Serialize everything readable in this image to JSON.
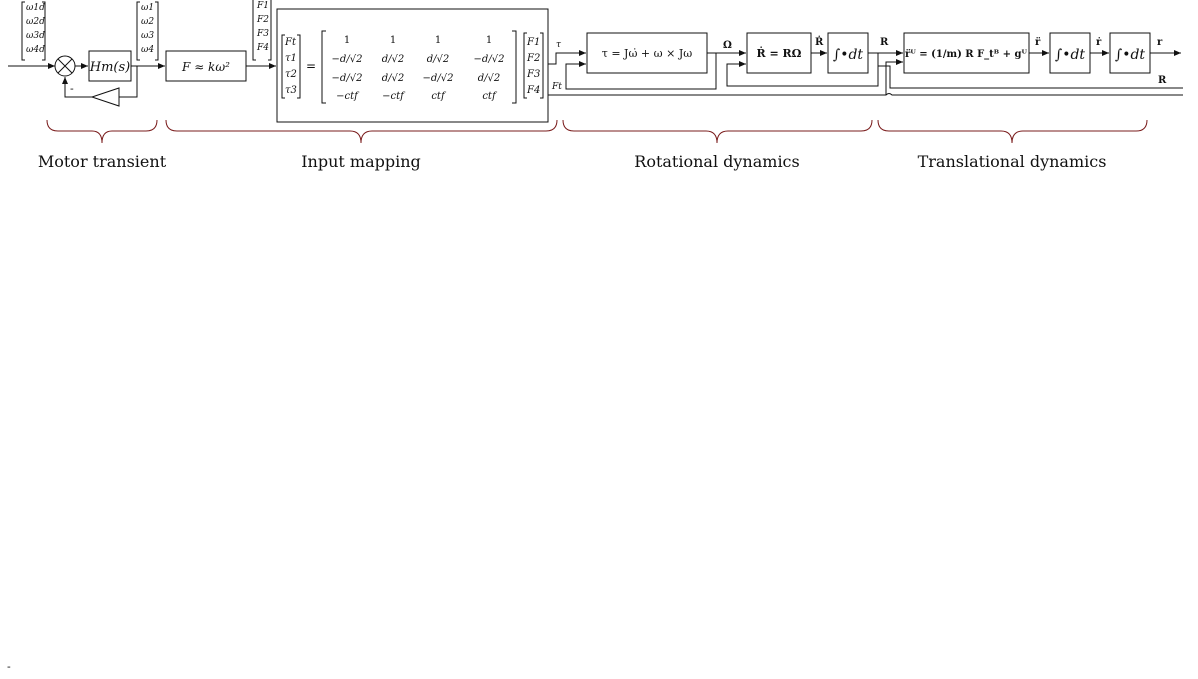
{
  "labels": {
    "wd": [
      "ω1d",
      "ω2d",
      "ω3d",
      "ω4d"
    ],
    "w": [
      "ω1",
      "ω2",
      "ω3",
      "ω4"
    ],
    "f": [
      "F1",
      "F2",
      "F3",
      "F4"
    ],
    "minus": "-",
    "hm": "Hm(s)",
    "map": "F ≈ kω²",
    "lhs": [
      "Ft",
      "τ1",
      "τ2",
      "τ3"
    ],
    "eq": "=",
    "matrix": [
      [
        "1",
        "1",
        "1",
        "1"
      ],
      [
        "−d/√2",
        "d/√2",
        "d/√2",
        "−d/√2"
      ],
      [
        "−d/√2",
        "d/√2",
        "−d/√2",
        "d/√2"
      ],
      [
        "−ctf",
        "−ctf",
        "ctf",
        "ctf"
      ]
    ],
    "rhs": [
      "F1",
      "F2",
      "F3",
      "F4"
    ],
    "tau": "τ",
    "ft": "Ft",
    "euler": "τ = Jω̇ + ω × Jω",
    "omega": "Ω",
    "rdot_eq": "Ṙ = RΩ",
    "rdot": "Ṙ",
    "integral": "∫•dt",
    "R": "R",
    "R2": "R",
    "newton": "r̈ᵂ = (1/m) R F_tᴮ + gᵂ",
    "rddot": "r̈",
    "rdot_tr": "ṙ",
    "r": "r"
  },
  "sections": {
    "motor": "Motor transient",
    "input": "Input mapping",
    "rot": "Rotational dynamics",
    "trans": "Translational dynamics"
  },
  "footer": "-"
}
